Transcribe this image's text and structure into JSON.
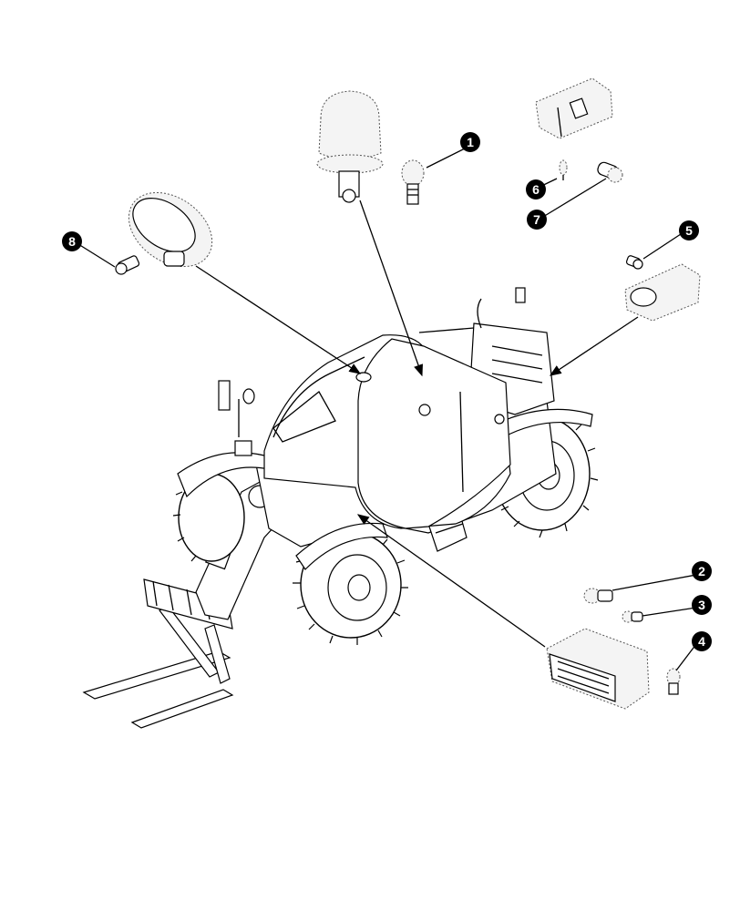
{
  "callouts": [
    {
      "id": "c1",
      "label": "1"
    },
    {
      "id": "c2",
      "label": "2"
    },
    {
      "id": "c3",
      "label": "3"
    },
    {
      "id": "c4",
      "label": "4"
    },
    {
      "id": "c5",
      "label": "5"
    },
    {
      "id": "c6",
      "label": "6"
    },
    {
      "id": "c7",
      "label": "7"
    },
    {
      "id": "c8",
      "label": "8"
    }
  ]
}
